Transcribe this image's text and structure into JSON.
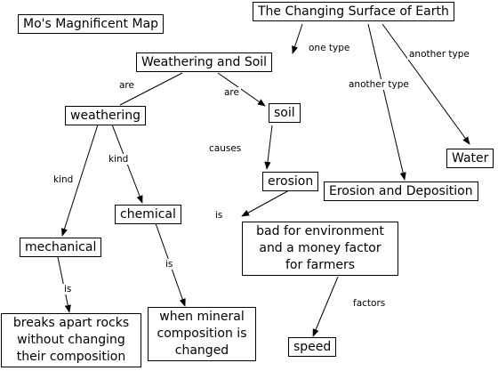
{
  "title": "Mo's Magnificent Map",
  "nodes": {
    "root": "The Changing Surface of Earth",
    "weathering_and_soil": "Weathering and Soil",
    "water": "Water",
    "erosion_and_deposition": "Erosion and Deposition",
    "weathering": "weathering",
    "soil": "soil",
    "erosion": "erosion",
    "chemical": "chemical",
    "mechanical": "mechanical",
    "bad_for_environment": [
      "bad for environment",
      "and a money factor",
      "for farmers"
    ],
    "breaks_apart": [
      "breaks apart rocks",
      "without changing",
      "their composition"
    ],
    "mineral_composition": [
      "when mineral",
      "composition is",
      "changed"
    ],
    "speed": "speed"
  },
  "link_labels": {
    "one_type": "one type",
    "another_type_1": "another type",
    "another_type_2": "another type",
    "are_1": "are",
    "are_2": "are",
    "causes": "causes",
    "kind_1": "kind",
    "kind_2": "kind",
    "is_1": "is",
    "is_2": "is",
    "is_3": "is",
    "factors": "factors"
  },
  "colors": {
    "line": "#000000",
    "box_border": "#000000",
    "background": "#ffffff"
  }
}
